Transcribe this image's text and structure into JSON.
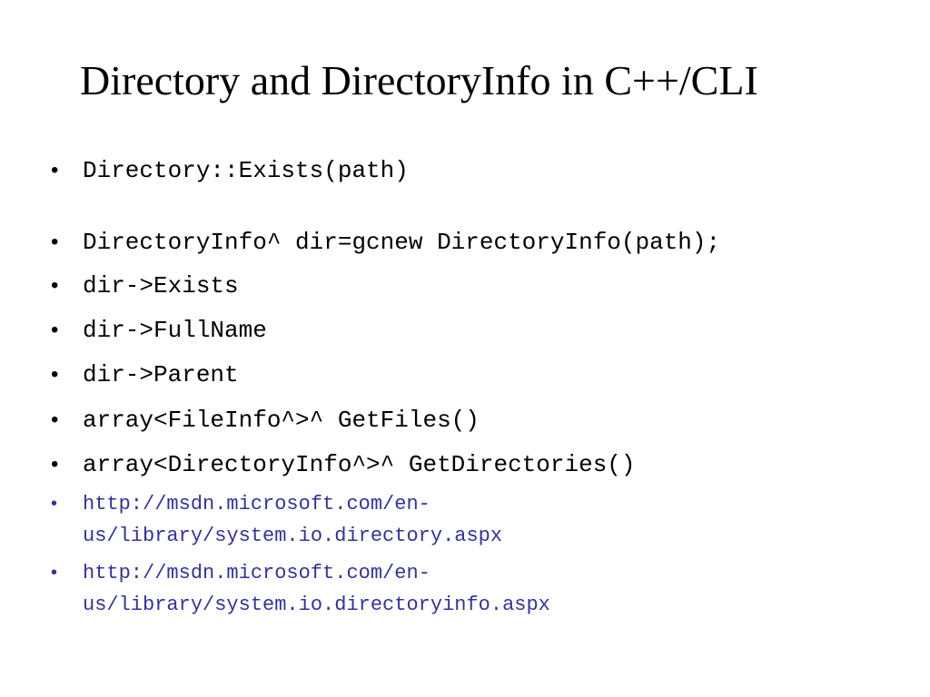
{
  "slide": {
    "title": "Directory and DirectoryInfo in C++/CLI",
    "bullets": [
      "Directory::Exists(path)",
      "DirectoryInfo^ dir=gcnew DirectoryInfo(path);",
      "dir->Exists",
      "dir->FullName",
      "dir->Parent",
      "array<FileInfo^>^ GetFiles()",
      "array<DirectoryInfo^>^ GetDirectories()"
    ],
    "links": [
      {
        "line1": "http://msdn.microsoft.com/en-",
        "line2": "us/library/system.io.directory.aspx"
      },
      {
        "line1": "http://msdn.microsoft.com/en-",
        "line2": "us/library/system.io.directoryinfo.aspx"
      }
    ],
    "bullet_glyph": "•",
    "colors": {
      "text": "#000000",
      "link": "#333399",
      "background": "#ffffff"
    }
  }
}
